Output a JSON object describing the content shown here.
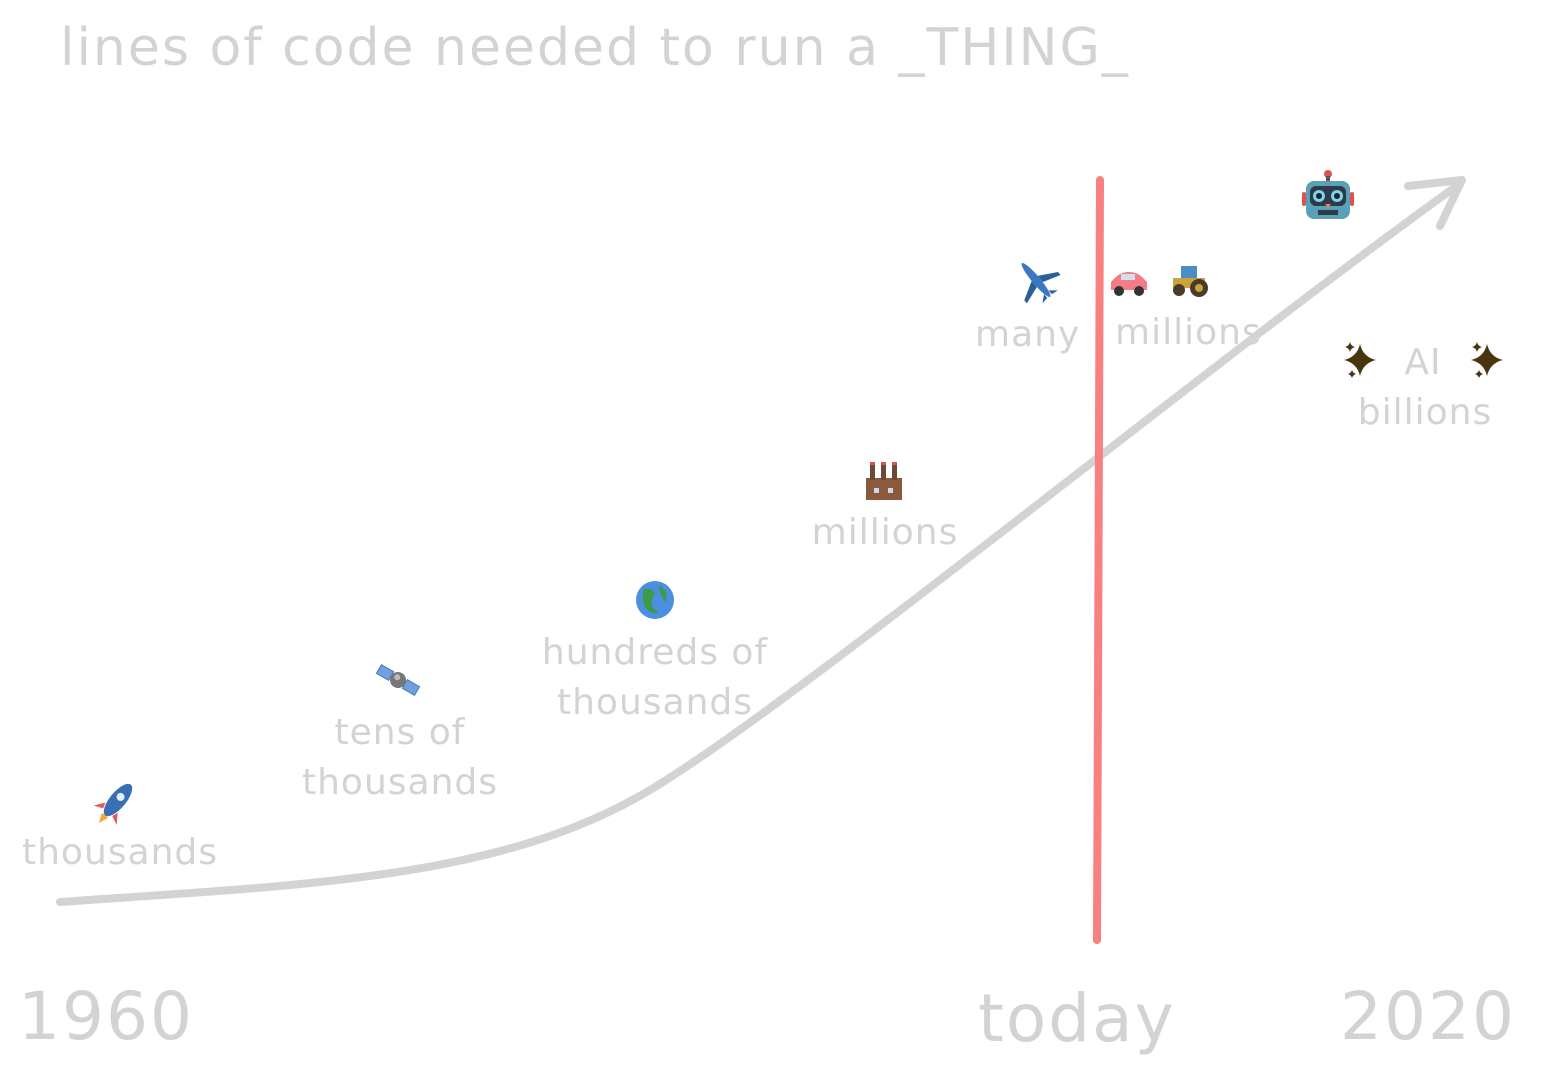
{
  "title": "lines of code needed to run a _THING_",
  "milestones": [
    {
      "icon": "rocket",
      "label_lines": [
        "thousands"
      ]
    },
    {
      "icon": "satellite",
      "label_lines": [
        "tens of",
        "thousands"
      ]
    },
    {
      "icon": "globe",
      "label_lines": [
        "hundreds of",
        "thousands"
      ]
    },
    {
      "icon": "factory",
      "label_lines": [
        "millions"
      ]
    },
    {
      "icon": "airplane",
      "label_lines": [
        "many"
      ]
    },
    {
      "icon": "car-and-tractor",
      "label_lines": [
        "millions"
      ]
    },
    {
      "icon": "robot",
      "label_lines": [
        "AI",
        "billions"
      ]
    }
  ],
  "axis": {
    "start_label": "1960",
    "marker_label": "today",
    "end_label": "2020"
  },
  "colors": {
    "curve": "#d3d3d3",
    "today_line": "#f98080",
    "text": "#d3d3d3"
  },
  "icons": {
    "rocket": "rocket-icon",
    "satellite": "satellite-icon",
    "globe": "globe-icon",
    "factory": "factory-icon",
    "airplane": "airplane-icon",
    "car": "car-icon",
    "tractor": "tractor-icon",
    "robot": "robot-icon",
    "sparkles": "sparkles-icon"
  }
}
